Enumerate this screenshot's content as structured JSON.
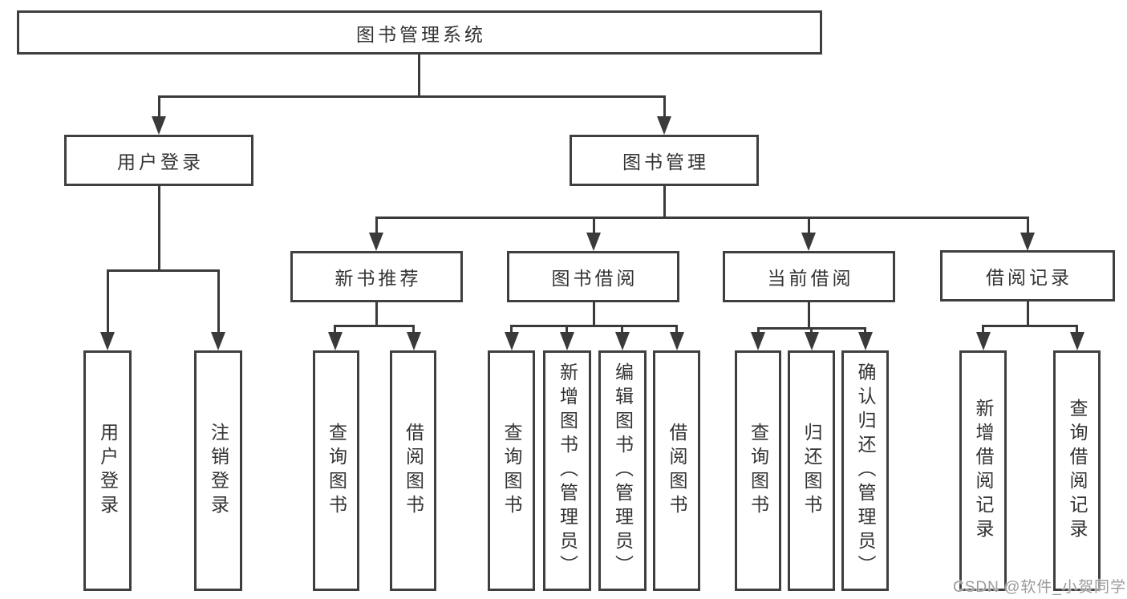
{
  "tree": {
    "root": "图书管理系统",
    "branches": [
      {
        "label": "用户登录",
        "children": [
          "用户登录",
          "注销登录"
        ]
      },
      {
        "label": "图书管理",
        "sections": [
          {
            "label": "新书推荐",
            "children": [
              "查询图书",
              "借阅图书"
            ]
          },
          {
            "label": "图书借阅",
            "children": [
              "查询图书",
              "新增图书（管理员）",
              "编辑图书（管理员）",
              "借阅图书"
            ]
          },
          {
            "label": "当前借阅",
            "children": [
              "查询图书",
              "归还图书",
              "确认归还（管理员）"
            ]
          },
          {
            "label": "借阅记录",
            "children": [
              "新增借阅记录",
              "查询借阅记录"
            ]
          }
        ]
      }
    ]
  },
  "watermark": "CSDN @软件_小贺同学",
  "colors": {
    "line": "#3a3a3a",
    "border": "#3f3f3f",
    "text": "#333333",
    "wm": "#9b9b9b",
    "bg": "#ffffff"
  }
}
